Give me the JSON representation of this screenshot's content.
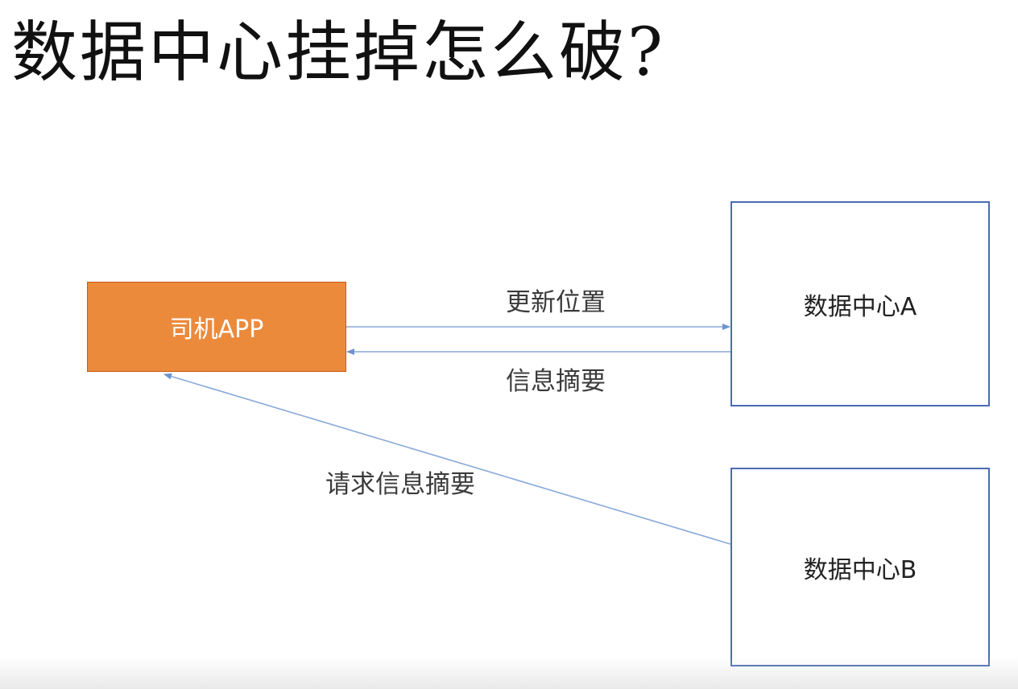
{
  "slide": {
    "title": "数据中心挂掉怎么破?"
  },
  "diagram": {
    "nodes": {
      "driver_app": {
        "label": "司机APP",
        "fill": "#ec8a3c"
      },
      "dc_a": {
        "label": "数据中心A"
      },
      "dc_b": {
        "label": "数据中心B"
      }
    },
    "edges": {
      "update_location": {
        "label": "更新位置",
        "from": "司机APP",
        "to": "数据中心A"
      },
      "info_digest": {
        "label": "信息摘要",
        "from": "数据中心A",
        "to": "司机APP"
      },
      "request_digest": {
        "label": "请求信息摘要",
        "from": "数据中心B",
        "to": "司机APP"
      }
    },
    "colors": {
      "arrow": "#8aa8d8",
      "box_border": "#4a6bb2",
      "app_fill": "#ec8a3c"
    }
  }
}
